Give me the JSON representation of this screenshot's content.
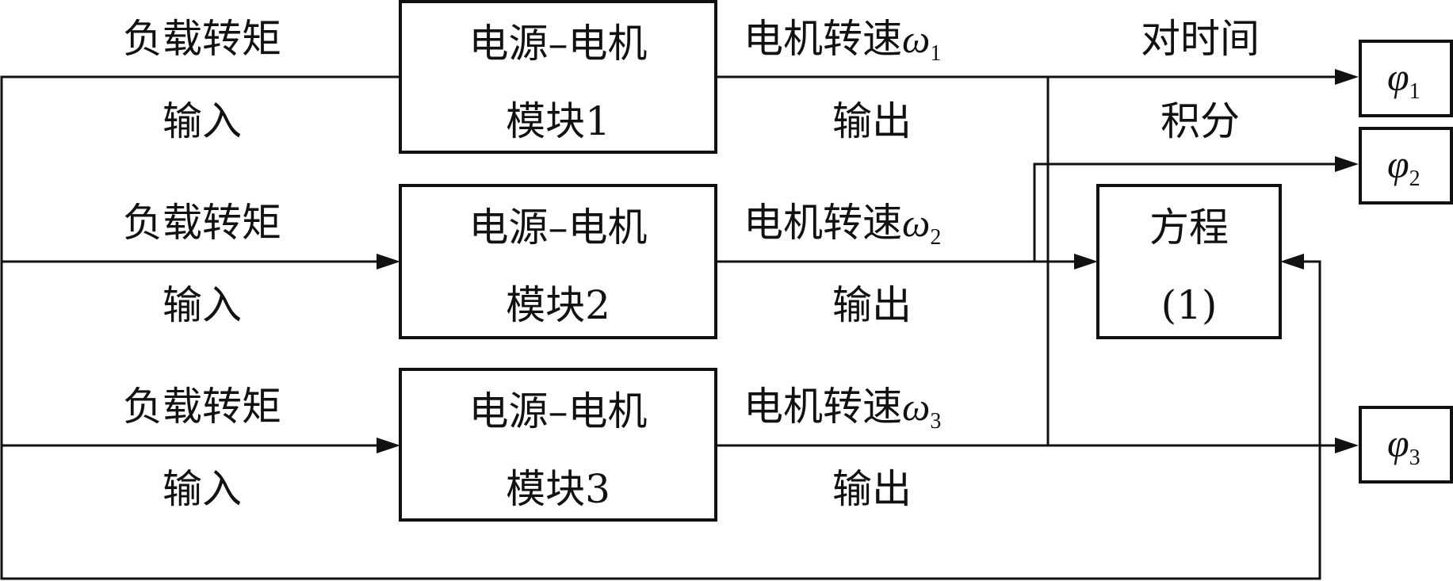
{
  "modules": [
    {
      "line1": "电源–电机",
      "line2": "模块1",
      "input_top": "负载转矩",
      "input_bottom": "输入",
      "output_top": "电机转速",
      "output_symbol": "ω",
      "output_sub": "1",
      "output_bottom": "输出"
    },
    {
      "line1": "电源–电机",
      "line2": "模块2",
      "input_top": "负载转矩",
      "input_bottom": "输入",
      "output_top": "电机转速",
      "output_symbol": "ω",
      "output_sub": "2",
      "output_bottom": "输出"
    },
    {
      "line1": "电源–电机",
      "line2": "模块3",
      "input_top": "负载转矩",
      "input_bottom": "输入",
      "output_top": "电机转速",
      "output_symbol": "ω",
      "output_sub": "3",
      "output_bottom": "输出"
    }
  ],
  "integration": {
    "top": "对时间",
    "bottom": "积分"
  },
  "equation": {
    "line1": "方程",
    "line2": "(1)"
  },
  "outputs": [
    {
      "symbol": "φ",
      "sub": "1"
    },
    {
      "symbol": "φ",
      "sub": "2"
    },
    {
      "symbol": "φ",
      "sub": "3"
    }
  ]
}
